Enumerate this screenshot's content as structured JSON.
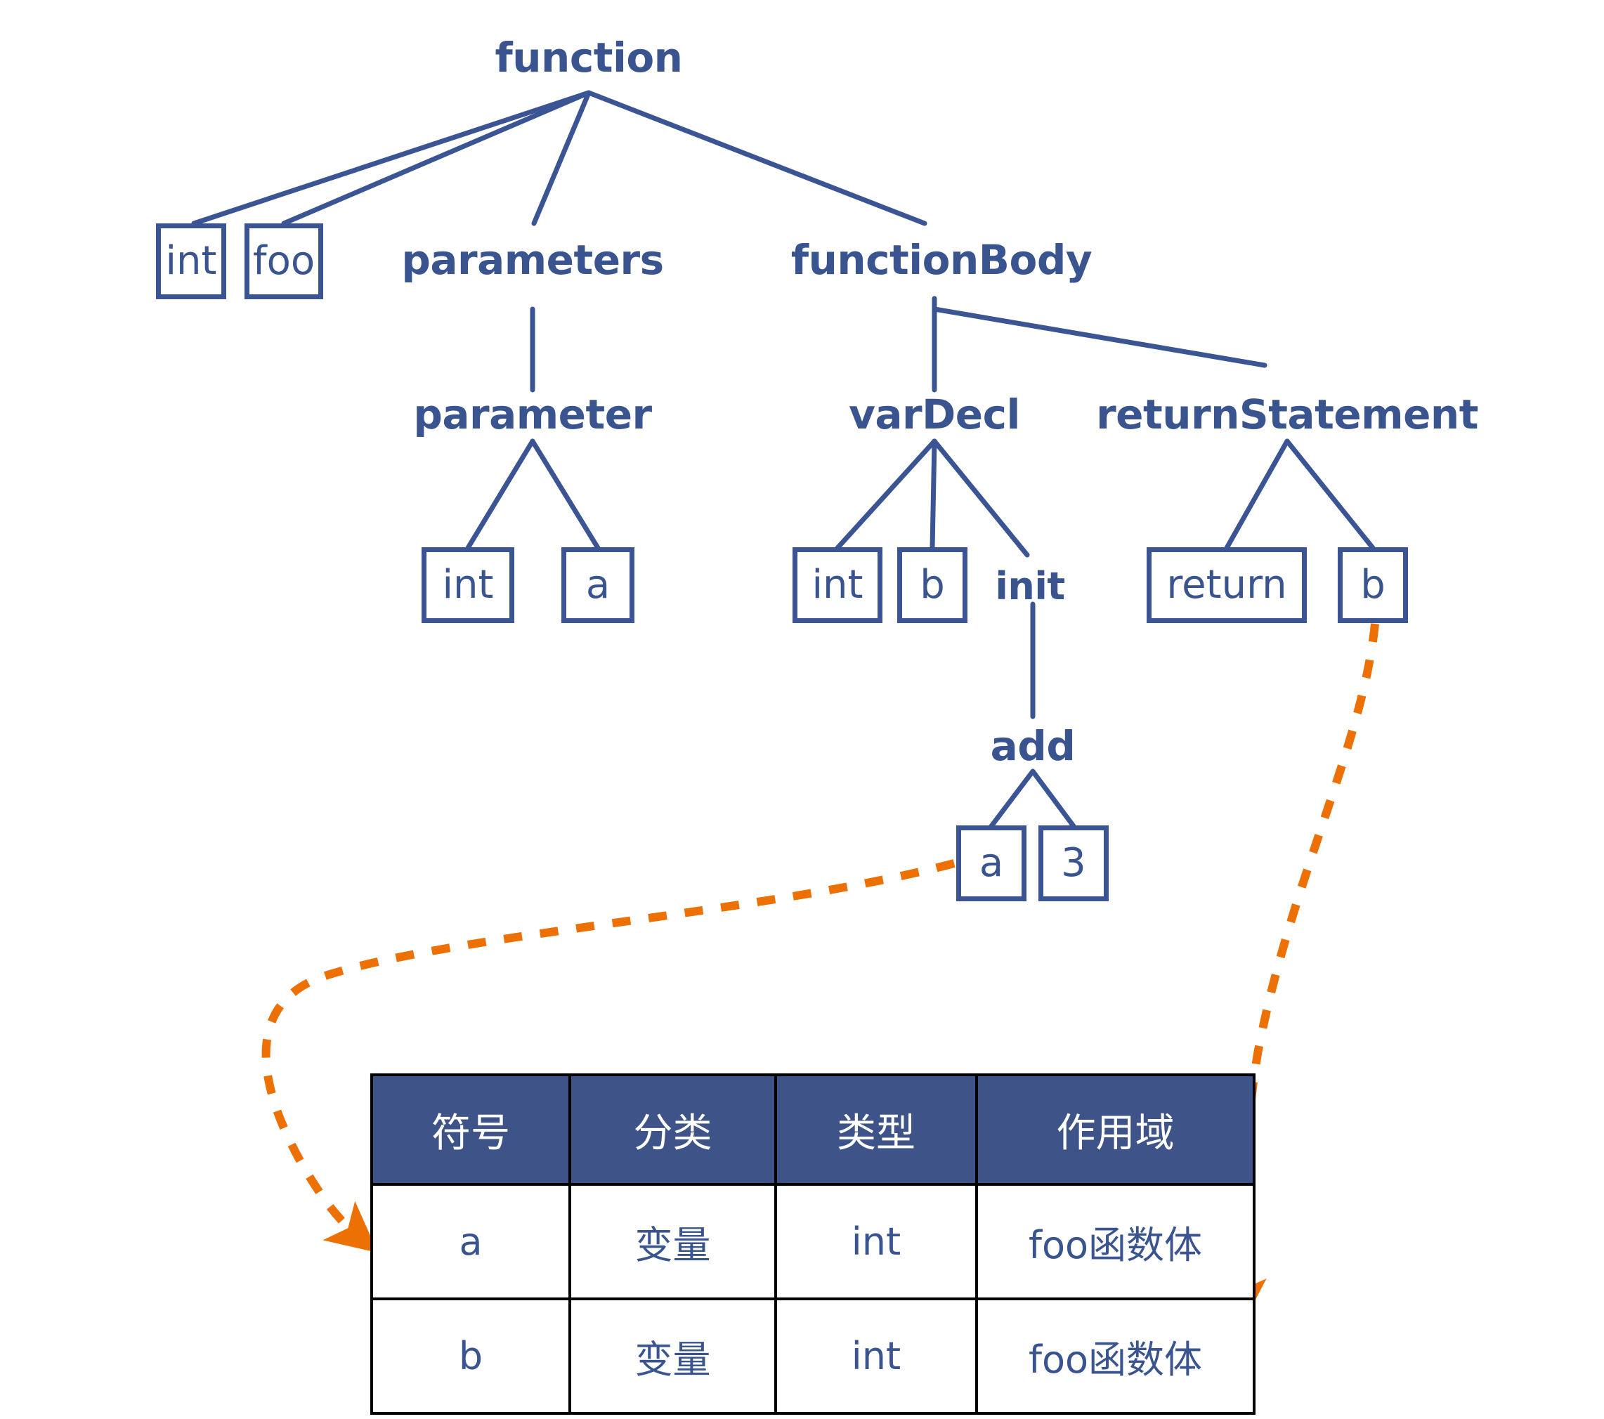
{
  "diagram": {
    "title_color": "#39548E",
    "accent_color": "#ED7004",
    "header_fill": "#3E5489",
    "tree_nodes": {
      "root": "function",
      "int_return_type": "int",
      "func_name": "foo",
      "parameters": "parameters",
      "function_body": "functionBody",
      "parameter": "parameter",
      "var_decl": "varDecl",
      "return_statement": "returnStatement",
      "param_type": "int",
      "param_name": "a",
      "var_type": "int",
      "var_name": "b",
      "init": "init",
      "return_kw": "return",
      "return_value": "b",
      "add": "add",
      "add_left": "a",
      "add_right": "3"
    }
  },
  "symbol_table": {
    "headers": [
      "符号",
      "分类",
      "类型",
      "作用域"
    ],
    "rows": [
      {
        "symbol": "a",
        "category": "变量",
        "type": "int",
        "scope": "foo函数体"
      },
      {
        "symbol": "b",
        "category": "变量",
        "type": "int",
        "scope": "foo函数体"
      }
    ]
  }
}
